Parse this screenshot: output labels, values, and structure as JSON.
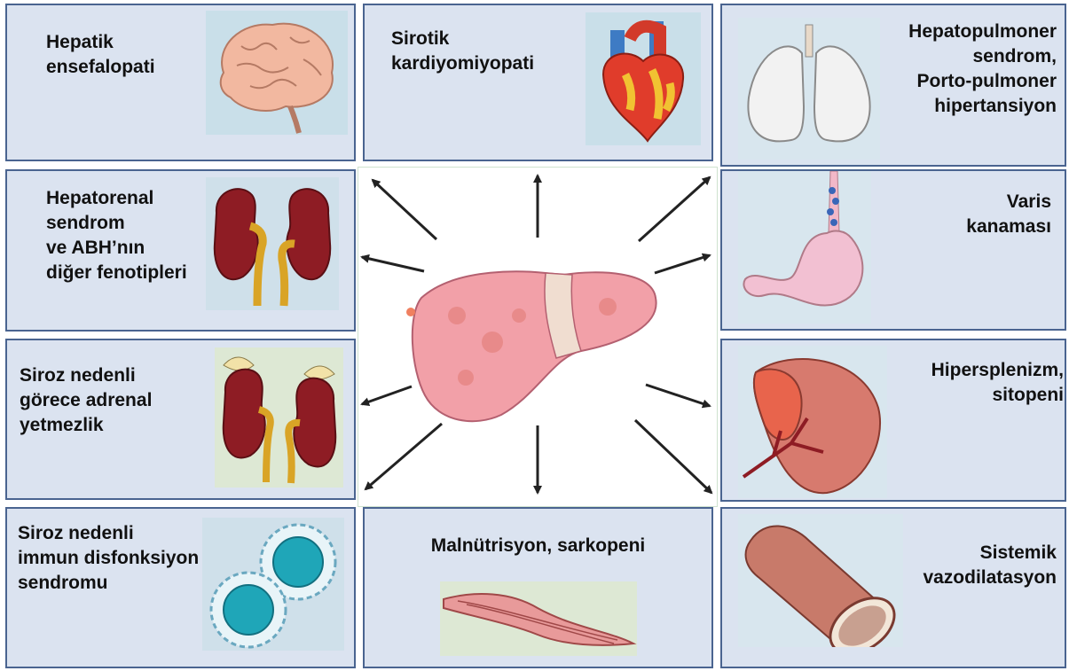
{
  "boxes": {
    "hepatic_encephalopathy": "Hepatik\nensefalopati",
    "cirrhotic_cardiomyopathy": "Sirotik\nkardiyomiyopati",
    "hepatopulmonary": "Hepatopulmoner\nsendrom,\nPorto-pulmoner\nhipertansiyon",
    "hepatorenal": "Hepatorenal\nsendrom\nve ABH’nın\ndiğer fenotipleri",
    "variceal_bleeding": "Varis\nkanaması",
    "adrenal": "Siroz nedenli\ngörece adrenal\nyetmezlik",
    "hypersplenism": "Hipersplenizm,\nsitopeni",
    "immune": "Siroz nedenli\nimmun disfonksiyon\nsendromu",
    "malnutrition": "Malnütrisyon, sarkopeni",
    "vasodilation": "Sistemik\nvazodilatasyon"
  },
  "illustrations": {
    "center": "liver",
    "box1": "brain",
    "box2": "heart",
    "box3": "lungs",
    "box4": "kidneys",
    "box5": "stomach-with-varices",
    "box6": "kidneys-with-adrenal-glands",
    "box7": "spleen",
    "box8": "immune-cells",
    "box9": "muscle",
    "box10": "blood-vessel"
  },
  "colors": {
    "box_fill": "#dbe3f0",
    "box_border": "#4a6490",
    "arrow": "#222222"
  }
}
